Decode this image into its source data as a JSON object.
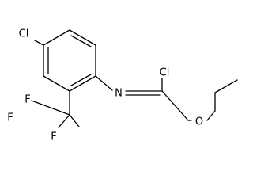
{
  "molecule": {
    "atoms": {
      "cl_ring": "Cl",
      "f_top": "F",
      "f_left": "F",
      "f_bottom": "F",
      "n_imine": "N",
      "cl_imine": "Cl",
      "o_ether": "O"
    }
  },
  "colors": {
    "bond": "#000000",
    "label": "#000000",
    "background": "#ffffff"
  }
}
